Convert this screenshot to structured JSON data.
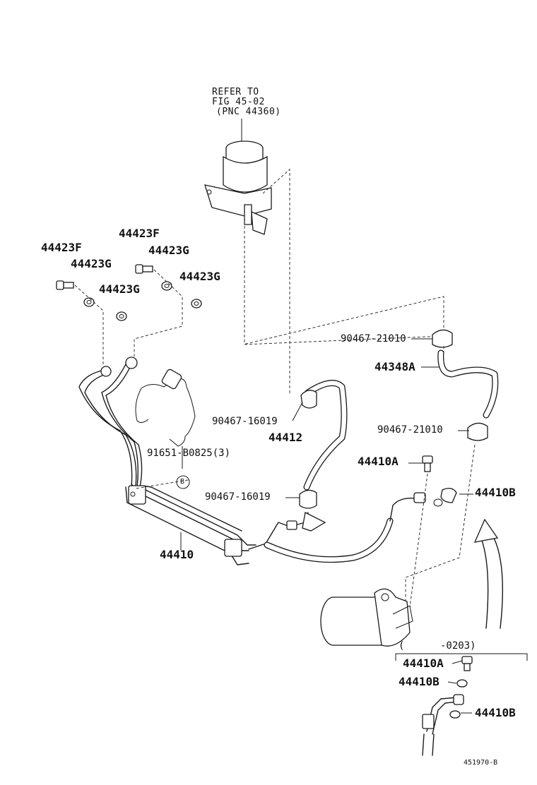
{
  "figure": {
    "reference": {
      "line1": "REFER TO",
      "line2": "FIG 45-02",
      "line3": "(PNC 44360)"
    },
    "callouts": {
      "bolt_44423F_left": "44423F",
      "bolt_44423F_right": "44423F",
      "gasket_44423G_1": "44423G",
      "gasket_44423G_2": "44423G",
      "gasket_44423G_3": "44423G",
      "gasket_44423G_4": "44423G",
      "clamp_90467_21010_top": "90467-21010",
      "hose_44348A": "44348A",
      "clamp_90467_21010_mid": "90467-21010",
      "clamp_90467_16019_top": "90467-16019",
      "hose_44412": "44412",
      "bolt_91651": "91651-B0825(3)",
      "ref_B": "B",
      "union_44410A": "44410A",
      "gasket_44410B": "44410B",
      "clamp_90467_16019_bottom": "90467-16019",
      "tube_44410": "44410",
      "range": "(      -0203)",
      "inset_44410A": "44410A",
      "inset_44410B_1": "44410B",
      "inset_44410B_2": "44410B"
    },
    "illustration_id": "451970-B"
  },
  "icons": [
    "reservoir-icon",
    "pump-icon",
    "bolt-icon",
    "gasket-icon",
    "clamp-icon",
    "arrow-icon"
  ]
}
